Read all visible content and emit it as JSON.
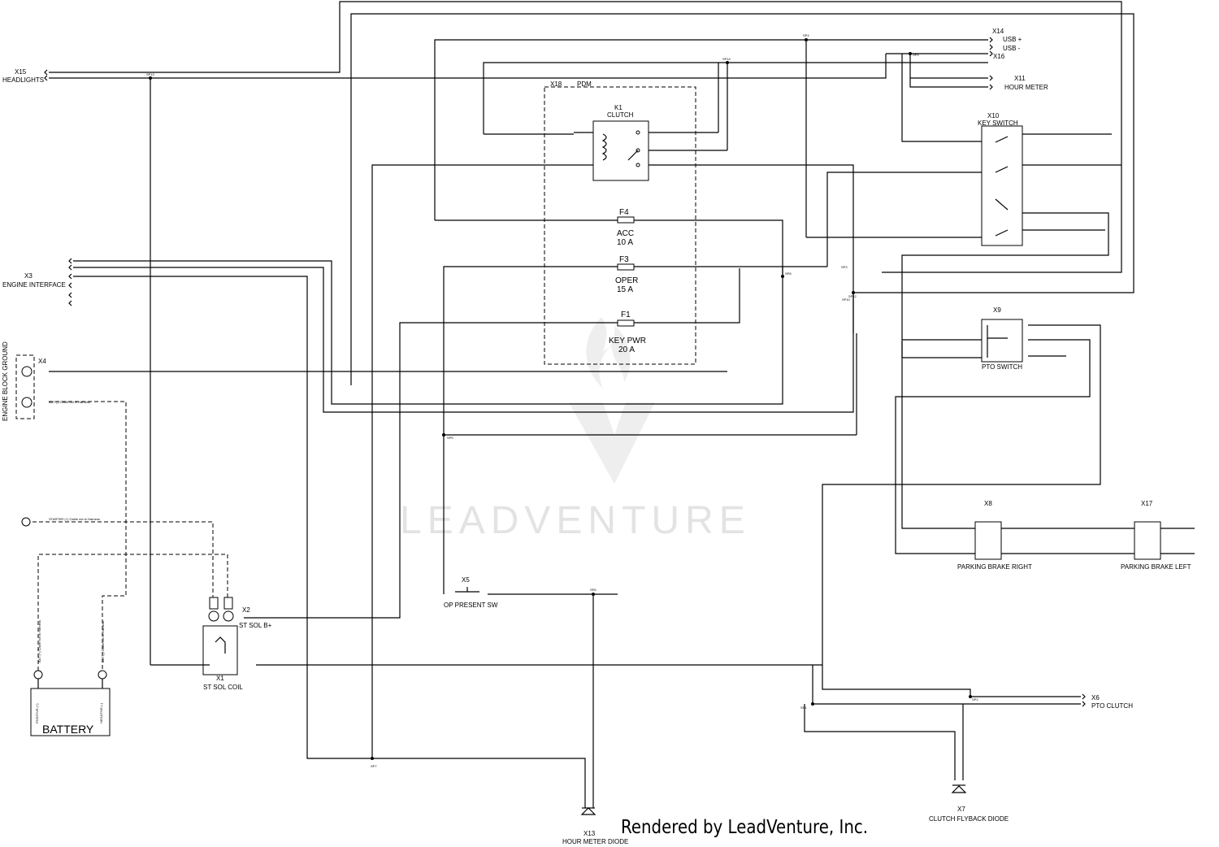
{
  "watermark": "LEADVENTURE",
  "footer": "Rendered by LeadVenture, Inc.",
  "connectors": {
    "x15": {
      "id": "X15",
      "name": "HEADLIGHTS"
    },
    "x3": {
      "id": "X3",
      "name": "ENGINE INTERFACE"
    },
    "x4": {
      "id": "X4"
    },
    "engine_block_ground": "ENGINE BLOCK GROUND",
    "x14": {
      "id": "X14",
      "name": "USB +"
    },
    "x16": {
      "id": "X16",
      "name": "USB -"
    },
    "x11": {
      "id": "X11",
      "name": "HOUR METER"
    },
    "x10": {
      "id": "X10",
      "name": "KEY SWITCH"
    },
    "x9": {
      "id": "X9",
      "name": "PTO SWITCH"
    },
    "x18": {
      "id": "X18",
      "name": "PDM"
    },
    "k1": {
      "id": "K1",
      "name": "CLUTCH"
    },
    "x8": {
      "id": "X8",
      "name": "PARKING BRAKE RIGHT"
    },
    "x17": {
      "id": "X17",
      "name": "PARKING BRAKE LEFT"
    },
    "x5": {
      "id": "X5",
      "name": "OP PRESENT SW"
    },
    "x2": {
      "id": "X2",
      "name": "ST SOL B+"
    },
    "x1": {
      "id": "X1",
      "name": "ST SOL COIL"
    },
    "x6": {
      "id": "X6",
      "name": "PTO CLUTCH"
    },
    "x7": {
      "id": "X7",
      "name": "CLUTCH FLYBACK DIODE"
    },
    "x13": {
      "id": "X13",
      "name": "HOUR METER DIODE"
    },
    "battery": "BATTERY"
  },
  "fuses": [
    {
      "id": "F4",
      "name": "ACC",
      "rating": "10 A"
    },
    {
      "id": "F3",
      "name": "OPER",
      "rating": "15 A"
    },
    {
      "id": "F1",
      "name": "KEY PWR",
      "rating": "20 A"
    }
  ],
  "cable_notes": {
    "bat_neg": "BAT (-) Cable not in Harness",
    "starter_pos": "STARTER (+) Cable not in Harness",
    "bat_pos_vertical": "BAT (+) Cable not in Harness",
    "bat_neg_vertical": "BAT (-) Cable not in Harness",
    "positive": "POSITIVE (+)",
    "negative": "NEGATIVE (-)"
  },
  "splices": [
    "SP1",
    "SP2",
    "SP3",
    "SP4",
    "SP5",
    "SP6",
    "SP7",
    "SP8",
    "SP9",
    "SP10",
    "SP12",
    "SP13",
    "SP14"
  ]
}
